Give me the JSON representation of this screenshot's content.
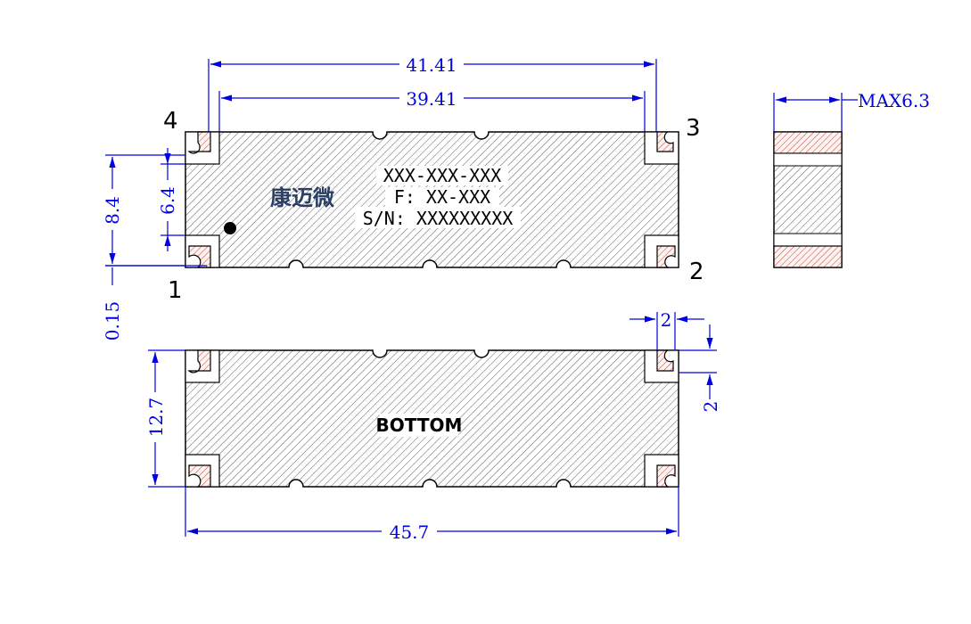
{
  "top_view": {
    "dim_overall": "41.41",
    "dim_inner": "39.41",
    "dim_height": "8.4",
    "dim_pad_pitch": "6.4",
    "dim_offset": "0.15",
    "pins": {
      "p1": "1",
      "p2": "2",
      "p3": "3",
      "p4": "4"
    },
    "logo": "康迈微",
    "marking": {
      "line1": "XXX-XXX-XXX",
      "line2": "F: XX-XXX",
      "line3": "S/N: XXXXXXXXX"
    }
  },
  "side_view": {
    "dim_thickness": "MAX6.3"
  },
  "bottom_view": {
    "label": "BOTTOM",
    "dim_width": "45.7",
    "dim_height": "12.7",
    "dim_pad_w": "2",
    "dim_pad_h": "2"
  },
  "colors": {
    "dimension": "#0000e0",
    "pad_hatch": "#c04040",
    "outline": "#000000"
  }
}
